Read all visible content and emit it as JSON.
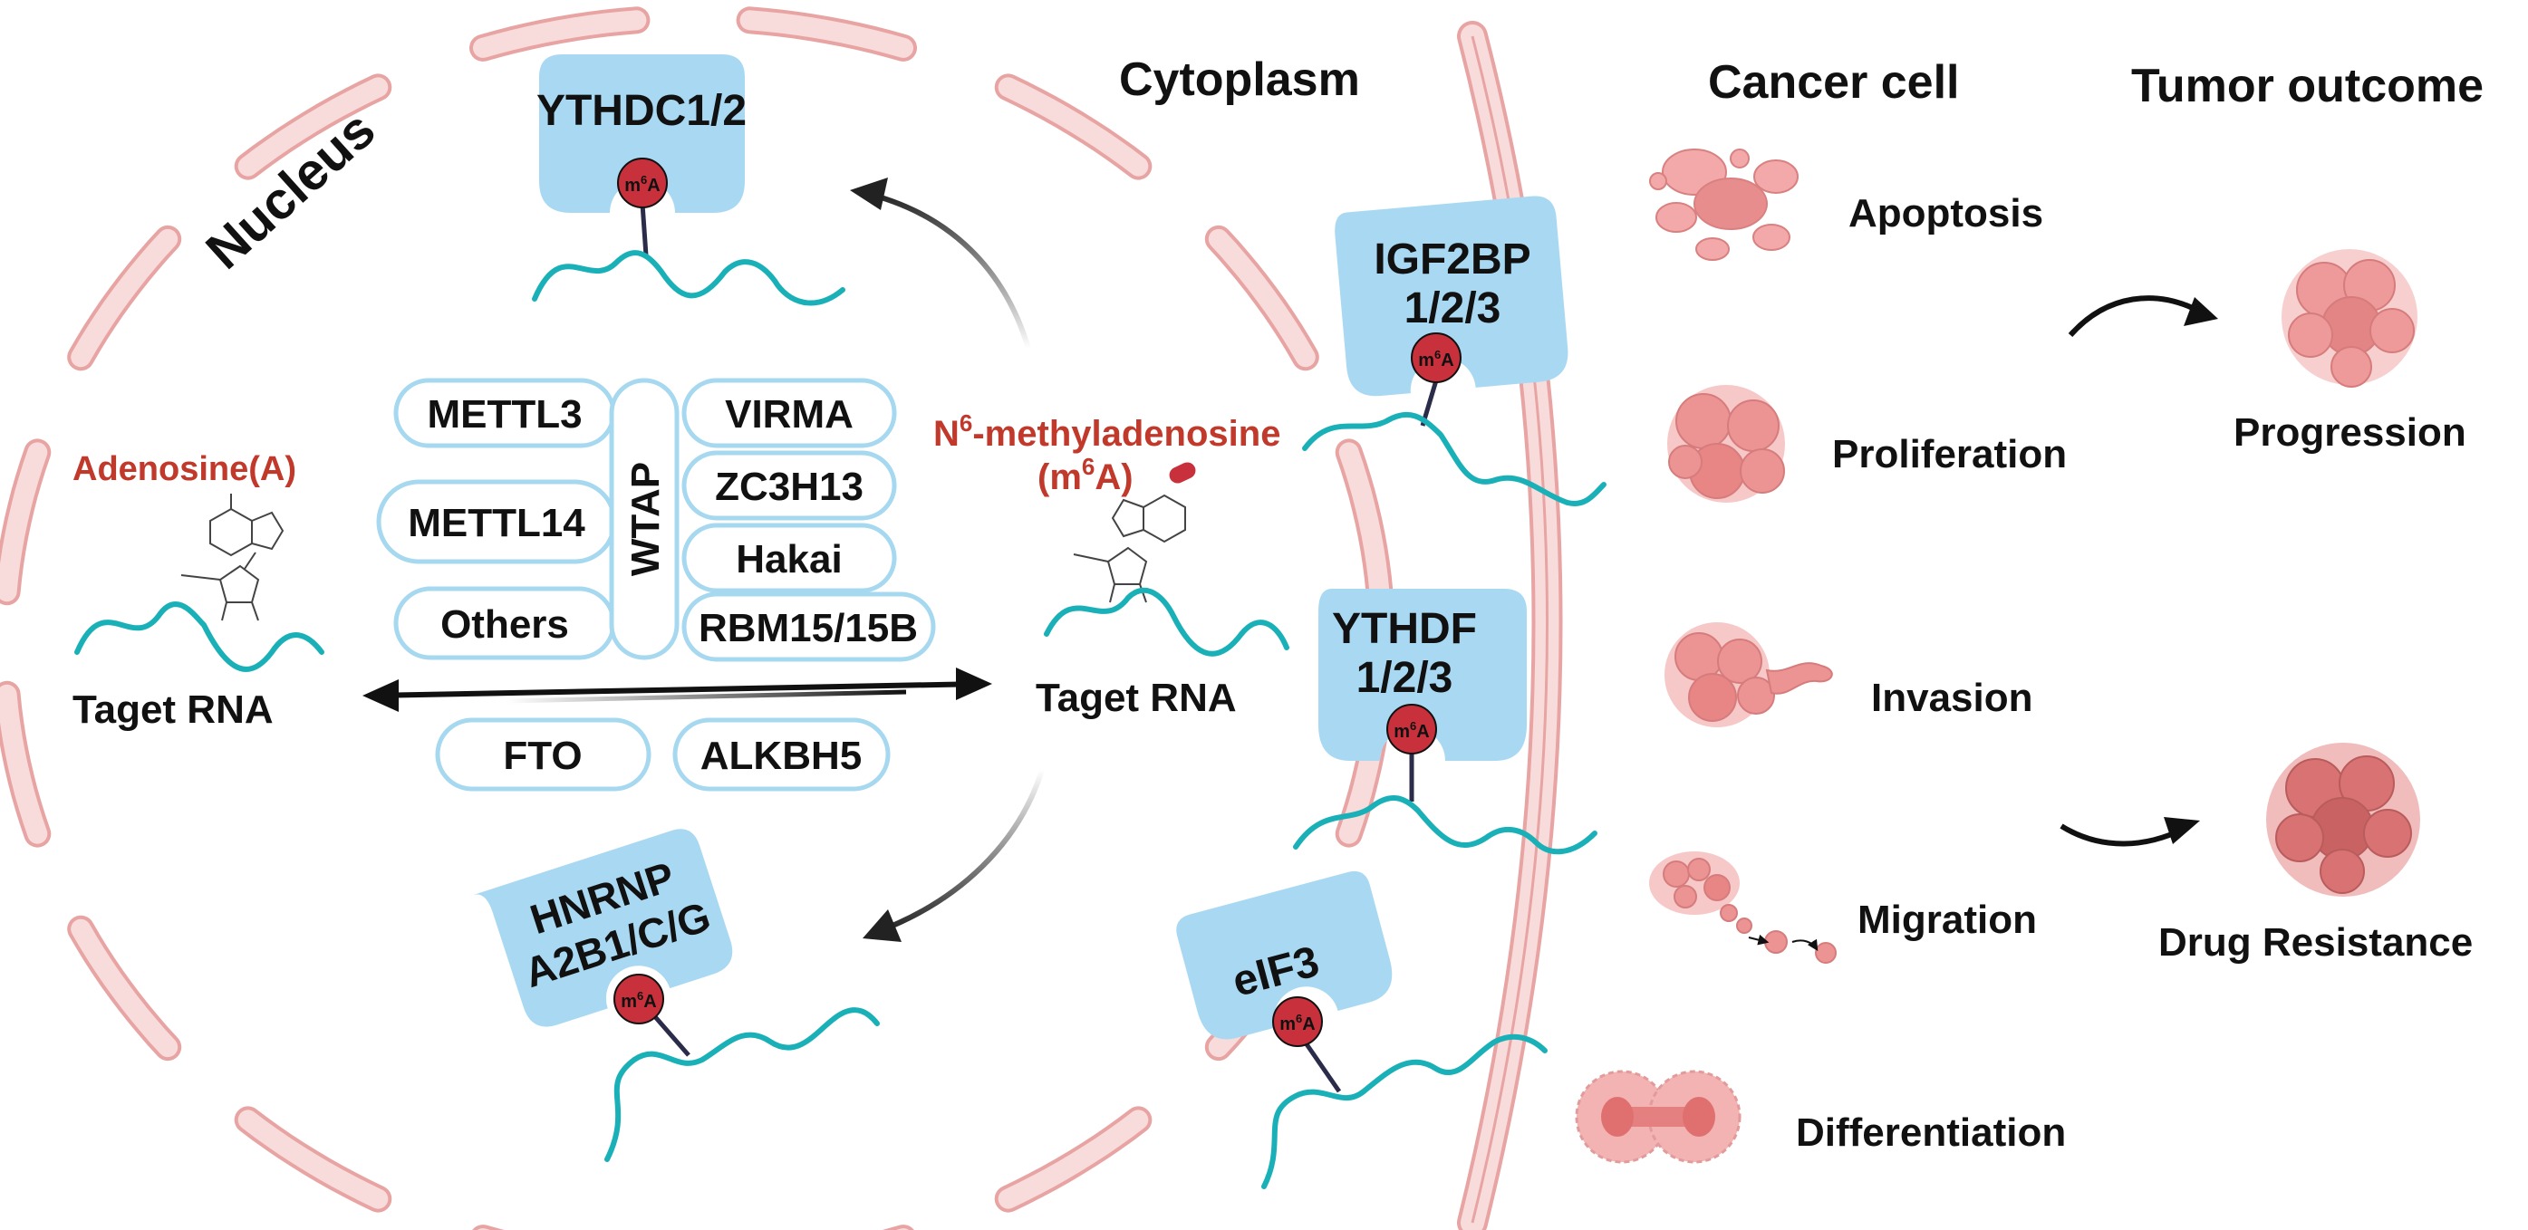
{
  "regions": {
    "nucleus": "Nucleus",
    "cytoplasm": "Cytoplasm",
    "cancer_cell": "Cancer cell",
    "tumor_outcome": "Tumor outcome"
  },
  "left": {
    "adenosine": "Adenosine(A)",
    "target_rna": "Taget RNA"
  },
  "right": {
    "n6_prefix": "N",
    "n6_sup": "6",
    "n6_rest": "-methyladenosine",
    "m6a_open": "(m",
    "m6a_sup": "6",
    "m6a_close": "A)",
    "target_rna": "Taget RNA"
  },
  "writers": {
    "left": [
      "METTL3",
      "METTL14",
      "Others"
    ],
    "center": "WTAP",
    "right": [
      "VIRMA",
      "ZC3H13",
      "Hakai",
      "RBM15/15B"
    ]
  },
  "erasers": [
    "FTO",
    "ALKBH5"
  ],
  "readers": {
    "ythdc": [
      "YTHDC1/2"
    ],
    "hnrnp": [
      "HNRNP",
      "A2B1/C/G"
    ],
    "igf2bp": [
      "IGF2BP",
      "1/2/3"
    ],
    "ythdf": [
      "YTHDF",
      "1/2/3"
    ],
    "eif3": [
      "eIF3"
    ]
  },
  "m6a_tag": {
    "m": "m",
    "sup": "6",
    "a": "A"
  },
  "cancer_effects": [
    "Apoptosis",
    "Proliferation",
    "Invasion",
    "Migration",
    "Differentiation"
  ],
  "outcomes": [
    "Progression",
    "Drug Resistance"
  ],
  "colors": {
    "membrane_fill": "#f6d0cf",
    "membrane_stroke": "#e8a3a3",
    "reader_fill": "#a9d9f2",
    "pill_stroke": "#a6d8f0",
    "rna": "#1ab0b8",
    "m6a_ball": "#c8313b",
    "text_red": "#c0392b",
    "cell_pink": "#ef9c9c"
  }
}
